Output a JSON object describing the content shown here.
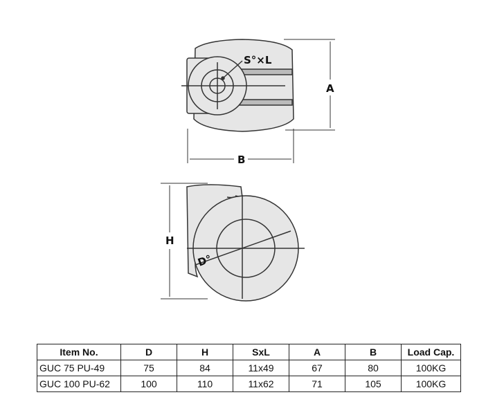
{
  "drawing": {
    "labels": {
      "shaft": "S°×L",
      "a": "A",
      "b": "B",
      "h": "H",
      "d": "D°"
    },
    "colors": {
      "fill": "#e6e6e6",
      "stroke": "#333333"
    }
  },
  "table": {
    "headers": [
      "Item No.",
      "D",
      "H",
      "SxL",
      "A",
      "B",
      "Load Cap."
    ],
    "rows": [
      [
        "GUC 75 PU-49",
        "75",
        "84",
        "11x49",
        "67",
        "80",
        "100KG"
      ],
      [
        "GUC 100 PU-62",
        "100",
        "110",
        "11x62",
        "71",
        "105",
        "100KG"
      ]
    ]
  }
}
